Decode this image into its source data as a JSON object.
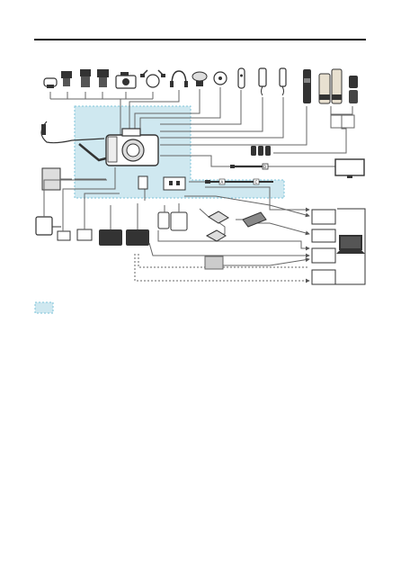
{
  "colors": {
    "system_zone": "#cfe8f0",
    "zone_border": "#7ec3da",
    "accent": "#2aa4c9",
    "line": "#666666",
    "ink": "#222222"
  },
  "legend": {
    "swatch_label": ""
  },
  "connectors": {
    "cable_a_end_left": "A",
    "cable_a_end_right": "C",
    "hdmi_end": "D",
    "usb_end_left": "C",
    "usb_end_right": "C"
  },
  "icons": [
    "macro-ring-lite-icon",
    "speedlite-small-icon",
    "speedlite-medium-icon",
    "speedlite-large-icon",
    "transmitter-icon",
    "macro-twin-lite-icon",
    "headphones-icon",
    "microphone-icon",
    "wireless-remote-icon",
    "remote-switch-icon",
    "timer-remote-icon",
    "ef-lenses-icon",
    "rf-lenses-icon",
    "rf-s-lenses-icon",
    "mount-adapter-icon",
    "camera-body-icon",
    "neck-strap-icon",
    "wrist-strap-icon",
    "battery-charger-icon",
    "ac-adapter-icon",
    "battery-grip-icon",
    "battery-pack-icon",
    "card-reader-icon",
    "sd-card-icon",
    "tv-monitor-icon",
    "computer-icon",
    "printer-icon",
    "smartphone-icon"
  ]
}
